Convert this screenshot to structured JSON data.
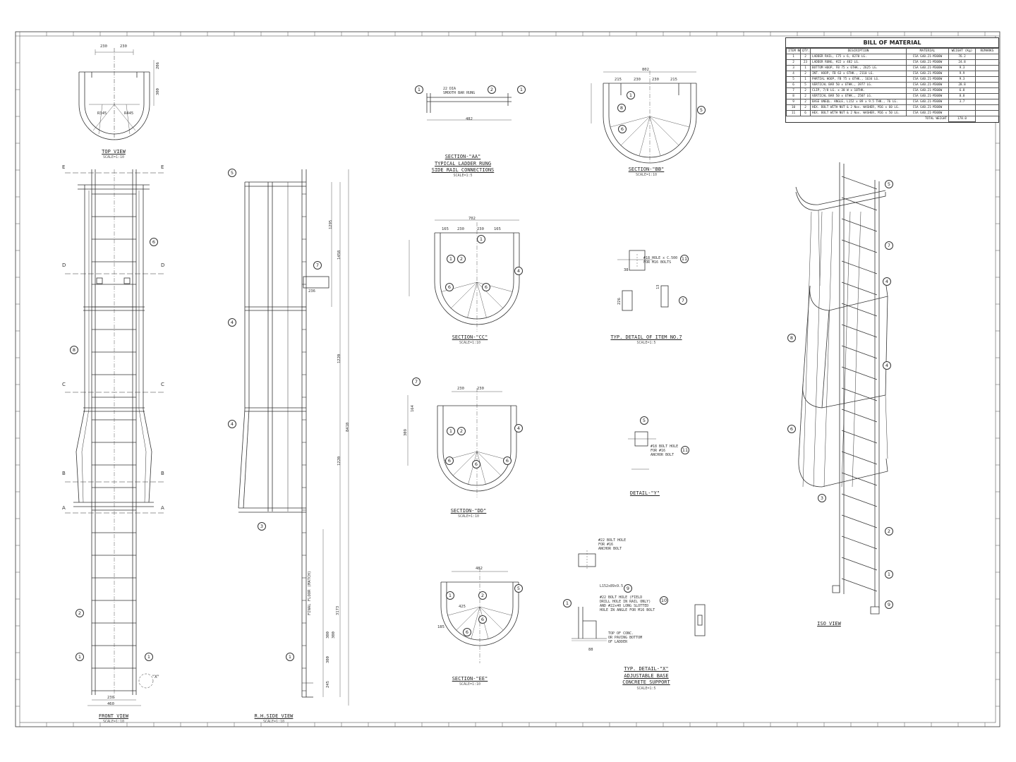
{
  "drawing": {
    "views": {
      "top_view": {
        "title": "TOP VIEW",
        "scale": "SCALE=1:10",
        "dims": [
          "230",
          "230",
          "206",
          "300",
          "R345",
          "R445"
        ]
      },
      "front_view": {
        "title": "FRONT VIEW",
        "scale": "SCALE=1:10",
        "dims": [
          "230",
          "460"
        ]
      },
      "rh_side_view": {
        "title": "R.H.SIDE VIEW",
        "scale": "SCALE=1:10",
        "dims": [
          "1295",
          "1458",
          "1220",
          "1220",
          "8410",
          "3173",
          "300",
          "300",
          "300",
          "245",
          "236"
        ],
        "note": "FINAL FLOOR (MATCH)"
      },
      "section_aa": {
        "title": "SECTION-\"AA\"",
        "subtitle1": "TYPICAL LADDER RUNG",
        "subtitle2": "SIDE RAIL CONNECTIONS",
        "scale": "SCALE=1:5",
        "note": "22 DIA\nSMOOTH BAR RUNG",
        "dims": [
          "482"
        ]
      },
      "section_bb": {
        "title": "SECTION-\"BB\"",
        "scale": "SCALE=1:10",
        "dims": [
          "802",
          "230",
          "230",
          "215",
          "215"
        ]
      },
      "section_cc": {
        "title": "SECTION-\"CC\"",
        "scale": "SCALE=1:10",
        "dims": [
          "702",
          "230",
          "230",
          "165",
          "165"
        ]
      },
      "section_dd": {
        "title": "SECTION-\"DD\"",
        "scale": "SCALE=1:10",
        "dims": [
          "230",
          "230",
          "309",
          "164"
        ]
      },
      "section_ee": {
        "title": "SECTION-\"EE\"",
        "scale": "SCALE=1:10",
        "dims": [
          "482",
          "425",
          "185"
        ]
      },
      "detail_item7": {
        "title": "TYP. DETAIL OF ITEM NO.7",
        "scale": "SCALE=1:5",
        "note": "#18 HOLE x C.500\nFOR M16 BOLTS",
        "dims": [
          "38",
          "226",
          "13"
        ]
      },
      "detail_y": {
        "title": "DETAIL-\"Y\"",
        "note": "#18 BOLT HOLE\nFOR #16\nANCHOR BOLT"
      },
      "detail_x": {
        "title": "TYP. DETAIL-\"X\"",
        "subtitle1": "ADJUSTABLE BASE",
        "subtitle2": "CONCRETE SUPPORT",
        "scale": "SCALE=1:5",
        "note1": "#22 BOLT HOLE\nFOR #16\nANCHOR BOLT",
        "note2": "L152x89x9.5",
        "note3": "#22 BOLT HOLE (FIELD\nDRILL HOLE IN RAIL ONLY)\nAND #22x40 LONG SLOTTED\nHOLE IN ANGLE FOR M16 BOLT",
        "note4": "TOP OF CONC.\nOR PAVING BOTTOM\nOF LADDER",
        "dims": [
          "88"
        ]
      },
      "iso_view": {
        "title": "ISO VIEW"
      }
    },
    "section_letters": [
      "E",
      "D",
      "C",
      "B",
      "A"
    ],
    "detail_marks": [
      "\"X\""
    ]
  },
  "bom": {
    "title": "BILL OF MATERIAL",
    "headers": [
      "ITEM NO.",
      "QTY.",
      "DESCRIPTION",
      "MATERIAL",
      "WEIGHT (Kg)",
      "REMARKS"
    ],
    "rows": [
      [
        "1",
        "2",
        "LADDER RAIL, C75 x 6, 8270 LG.",
        "CSA G40.21-M300W",
        "76.2",
        ""
      ],
      [
        "2",
        "23",
        "LADDER RUNG, #22 x 482 LG.",
        "CSA G40.21-M300W",
        "24.8",
        ""
      ],
      [
        "3",
        "1",
        "BOTTOM HOOP, FB 75 x 6THK., 2625 LG.",
        "CSA G40.21-M300W",
        "9.3",
        ""
      ],
      [
        "4",
        "2",
        "INT. HOOP, FB 63 x 6THK., 2110 LG.",
        "CSA G40.21-M300W",
        "9.9",
        ""
      ],
      [
        "5",
        "1",
        "PARTIAL HOOP, FB 75 x 6THK., 1634 LG.",
        "CSA G40.21-M300W",
        "9.3",
        ""
      ],
      [
        "6",
        "5",
        "VERTICAL BAR 50 x 6THK., 3977 LG.",
        "CSA G40.21-M300W",
        "28.8",
        ""
      ],
      [
        "7",
        "2",
        "CLIP, 7/8 LG. x 38 W x 10THK.",
        "CSA G40.21-M300W",
        "6.8",
        ""
      ],
      [
        "8",
        "2",
        "VERTICAL BAR 50 x 6THK., 2507 LG.",
        "CSA G40.21-M300W",
        "8.8",
        ""
      ],
      [
        "9",
        "2",
        "BASE UNEQL. ANGLE, L152 x 89 x 9.5 THK., 76 LG.",
        "CSA G40.21-M300W",
        "3.7",
        ""
      ],
      [
        "10",
        "2",
        "HEX. BOLT WITH NUT & 2 Nos. WASHER, M16 x 60 LG.",
        "CSA G40.21-M300W",
        "",
        ""
      ],
      [
        "11",
        "6",
        "HEX. BOLT WITH NUT & 2 Nos. WASHER, M16 x 50 LG.",
        "CSA G40.21-M300W",
        "",
        ""
      ]
    ],
    "total_label": "TOTAL WEIGHT",
    "total_value": "178.0"
  },
  "colors": {
    "line": "#333333",
    "paper": "#ffffff",
    "thin": "#555555"
  }
}
